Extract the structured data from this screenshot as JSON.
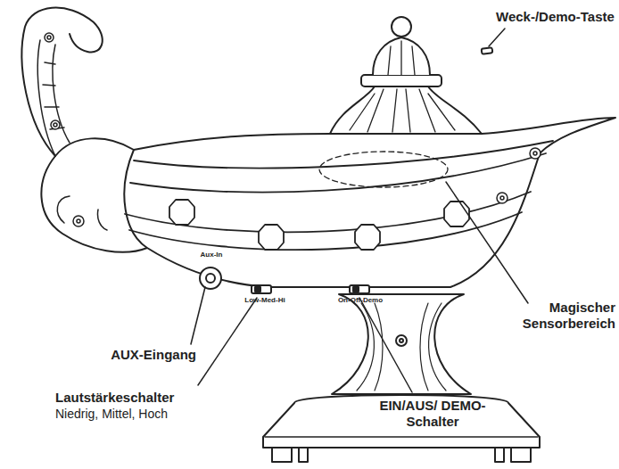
{
  "diagram": {
    "labels": [
      "Weck-/Demo-Taste",
      "Magischer Sensorbereich",
      "Aux-In",
      "Low-Med-Hi",
      "On-Off-Demo",
      "AUX-Eingang",
      "Lautstärkeschalter",
      "Niedrig, Mittel, Hoch",
      "EIN/AUS/ DEMO-Schalter"
    ]
  }
}
